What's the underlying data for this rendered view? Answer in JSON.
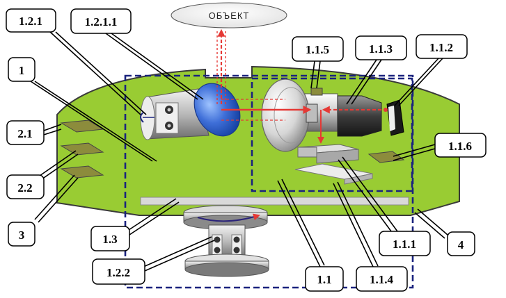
{
  "object_label": "ОБЪЕКТ",
  "colors": {
    "body": "#99cc33",
    "outline": "#3a3a3a",
    "dash": "#1a237e",
    "beam": "#e53935",
    "mirror": "#3f6fd8",
    "pad": "#8c8c3c"
  },
  "callouts": [
    {
      "id": "1.2.1",
      "text": "1.2.1"
    },
    {
      "id": "1.2.1.1",
      "text": "1.2.1.1"
    },
    {
      "id": "1.1.5",
      "text": "1.1.5"
    },
    {
      "id": "1.1.3",
      "text": "1.1.3"
    },
    {
      "id": "1.1.2",
      "text": "1.1.2"
    },
    {
      "id": "1",
      "text": "1"
    },
    {
      "id": "2.1",
      "text": "2.1"
    },
    {
      "id": "2.2",
      "text": "2.2"
    },
    {
      "id": "3",
      "text": "3"
    },
    {
      "id": "1.1.6",
      "text": "1.1.6"
    },
    {
      "id": "1.3",
      "text": "1.3"
    },
    {
      "id": "1.2.2",
      "text": "1.2.2"
    },
    {
      "id": "1.1",
      "text": "1.1"
    },
    {
      "id": "1.1.4",
      "text": "1.1.4"
    },
    {
      "id": "1.1.1",
      "text": "1.1.1"
    },
    {
      "id": "4",
      "text": "4"
    }
  ]
}
